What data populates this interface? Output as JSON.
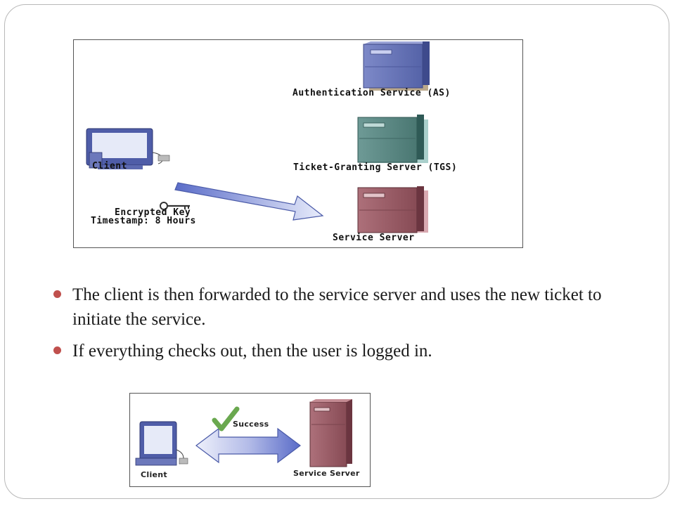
{
  "top_diagram": {
    "client_label": "Client",
    "as_label": "Authentication Service (AS)",
    "tgs_label": "Ticket-Granting Server (TGS)",
    "service_label": "Service Server",
    "key_line1": "Encrypted Key",
    "key_line2": "Timestamp: 8 Hours",
    "colors": {
      "as_server": "#6b78b8",
      "tgs_server": "#5c8a86",
      "service_server": "#9b5e66",
      "arrow": "#7f8fd9"
    },
    "icons": [
      "computer-icon",
      "server-icon",
      "key-icon",
      "arrow-icon"
    ]
  },
  "bullets": [
    "The client is then forwarded to the service server and uses the new ticket to initiate the service.",
    "If everything checks out, then the user is logged in."
  ],
  "bullet_color": "#c0504d",
  "bottom_diagram": {
    "client_label": "Client",
    "success_label": "Success",
    "service_label": "Service Server",
    "colors": {
      "check": "#6aa84f",
      "server": "#9b5e66",
      "arrow": "#7f8fd9"
    },
    "icons": [
      "computer-icon",
      "check-icon",
      "double-arrow-icon",
      "server-icon"
    ]
  }
}
